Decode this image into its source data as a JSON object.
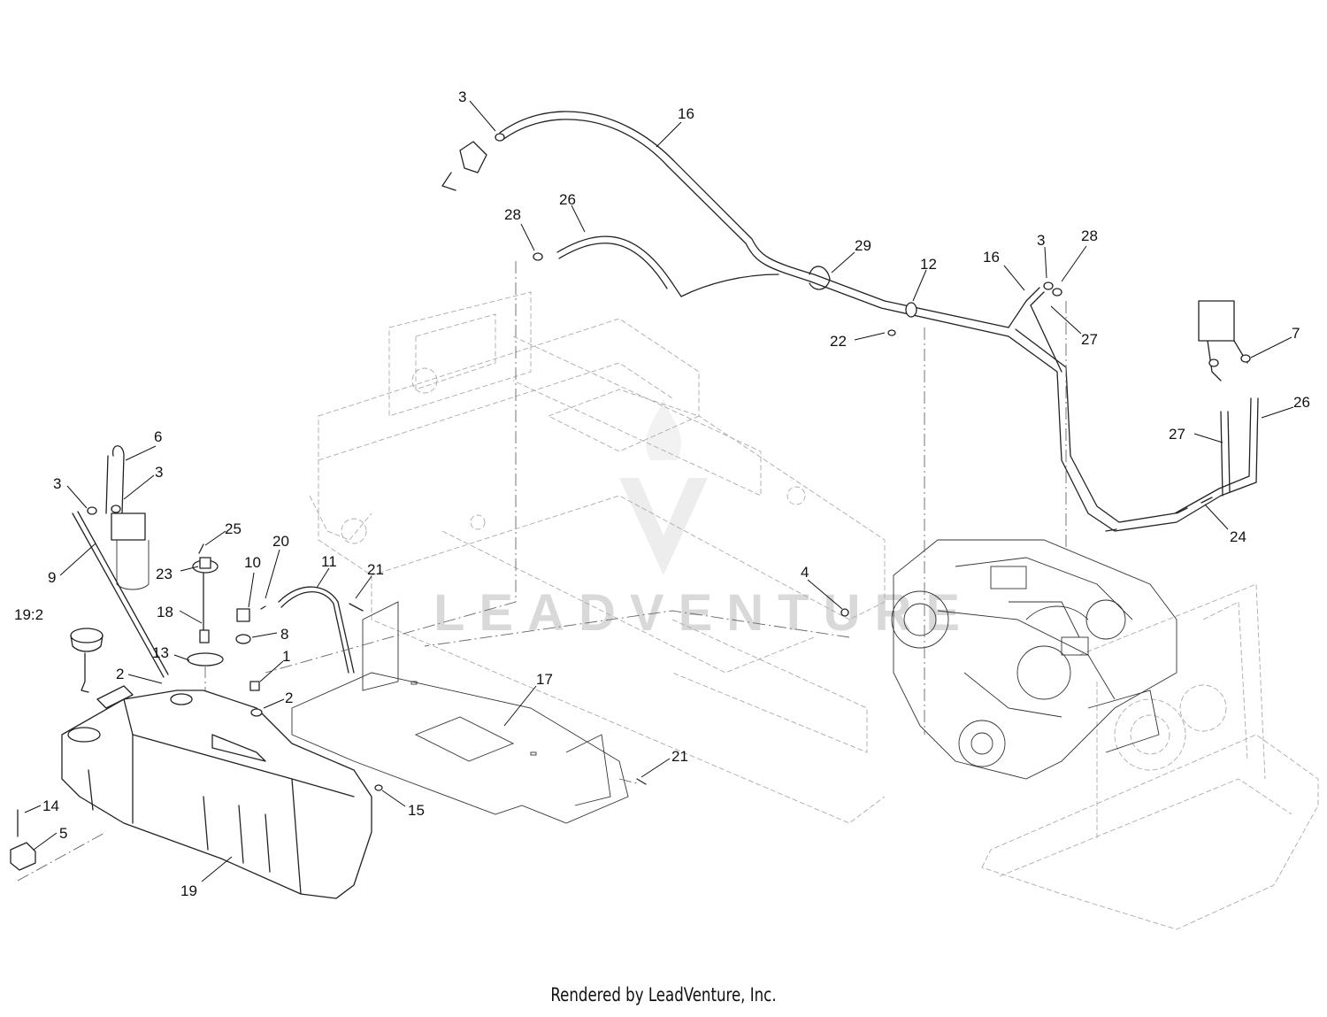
{
  "diagram": {
    "watermark": "LEADVENTURE",
    "callouts": [
      {
        "id": "c3a",
        "label": "3"
      },
      {
        "id": "c16a",
        "label": "16"
      },
      {
        "id": "c28a",
        "label": "28"
      },
      {
        "id": "c26a",
        "label": "26"
      },
      {
        "id": "c29",
        "label": "29"
      },
      {
        "id": "c12",
        "label": "12"
      },
      {
        "id": "c16b",
        "label": "16"
      },
      {
        "id": "c3b",
        "label": "3"
      },
      {
        "id": "c28b",
        "label": "28"
      },
      {
        "id": "c22",
        "label": "22"
      },
      {
        "id": "c27a",
        "label": "27"
      },
      {
        "id": "c7",
        "label": "7"
      },
      {
        "id": "c26b",
        "label": "26"
      },
      {
        "id": "c27b",
        "label": "27"
      },
      {
        "id": "c24",
        "label": "24"
      },
      {
        "id": "c6",
        "label": "6"
      },
      {
        "id": "c3c",
        "label": "3"
      },
      {
        "id": "c3d",
        "label": "3"
      },
      {
        "id": "c25",
        "label": "25"
      },
      {
        "id": "c23",
        "label": "23"
      },
      {
        "id": "c20",
        "label": "20"
      },
      {
        "id": "c10",
        "label": "10"
      },
      {
        "id": "c11",
        "label": "11"
      },
      {
        "id": "c21a",
        "label": "21"
      },
      {
        "id": "c9",
        "label": "9"
      },
      {
        "id": "c4",
        "label": "4"
      },
      {
        "id": "c192",
        "label": "19:2"
      },
      {
        "id": "c18",
        "label": "18"
      },
      {
        "id": "c8",
        "label": "8"
      },
      {
        "id": "c13",
        "label": "13"
      },
      {
        "id": "c1",
        "label": "1"
      },
      {
        "id": "c2a",
        "label": "2"
      },
      {
        "id": "c2b",
        "label": "2"
      },
      {
        "id": "c17",
        "label": "17"
      },
      {
        "id": "c21b",
        "label": "21"
      },
      {
        "id": "c15",
        "label": "15"
      },
      {
        "id": "c14",
        "label": "14"
      },
      {
        "id": "c5",
        "label": "5"
      },
      {
        "id": "c19",
        "label": "19"
      }
    ]
  },
  "footer": {
    "text": "Rendered by LeadVenture, Inc."
  }
}
